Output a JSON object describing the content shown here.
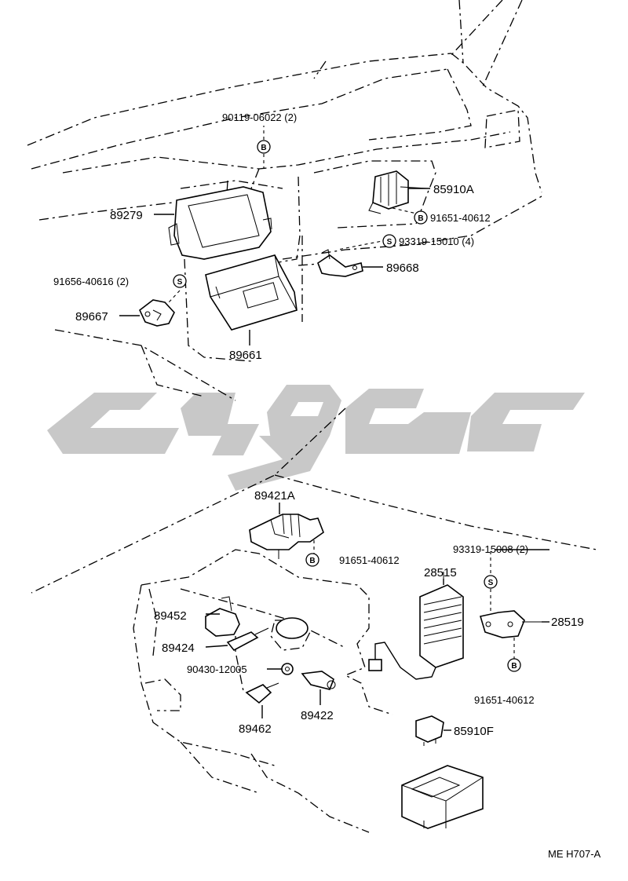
{
  "parts": {
    "p90119": "90119-06022 (2)",
    "p85910a": "85910A",
    "p89279": "89279",
    "p91651_top": "91651-40612",
    "p93319_15010": "93319-15010 (4)",
    "p89668": "89668",
    "p91656": "91656-40616 (2)",
    "p89667": "89667",
    "p89661": "89661",
    "p89421a": "89421A",
    "p93319_15008": "93319-15008 (2)",
    "p91651_mid": "91651-40612",
    "p28515": "28515",
    "p89452": "89452",
    "p28519": "28519",
    "p89424": "89424",
    "p90430": "90430-12005",
    "p91651_bot": "91651-40612",
    "p89462": "89462",
    "p89422": "89422",
    "p85910f": "85910F"
  },
  "badges": {
    "b": "B",
    "s": "S"
  },
  "footer": {
    "code": "ME H707-A"
  }
}
